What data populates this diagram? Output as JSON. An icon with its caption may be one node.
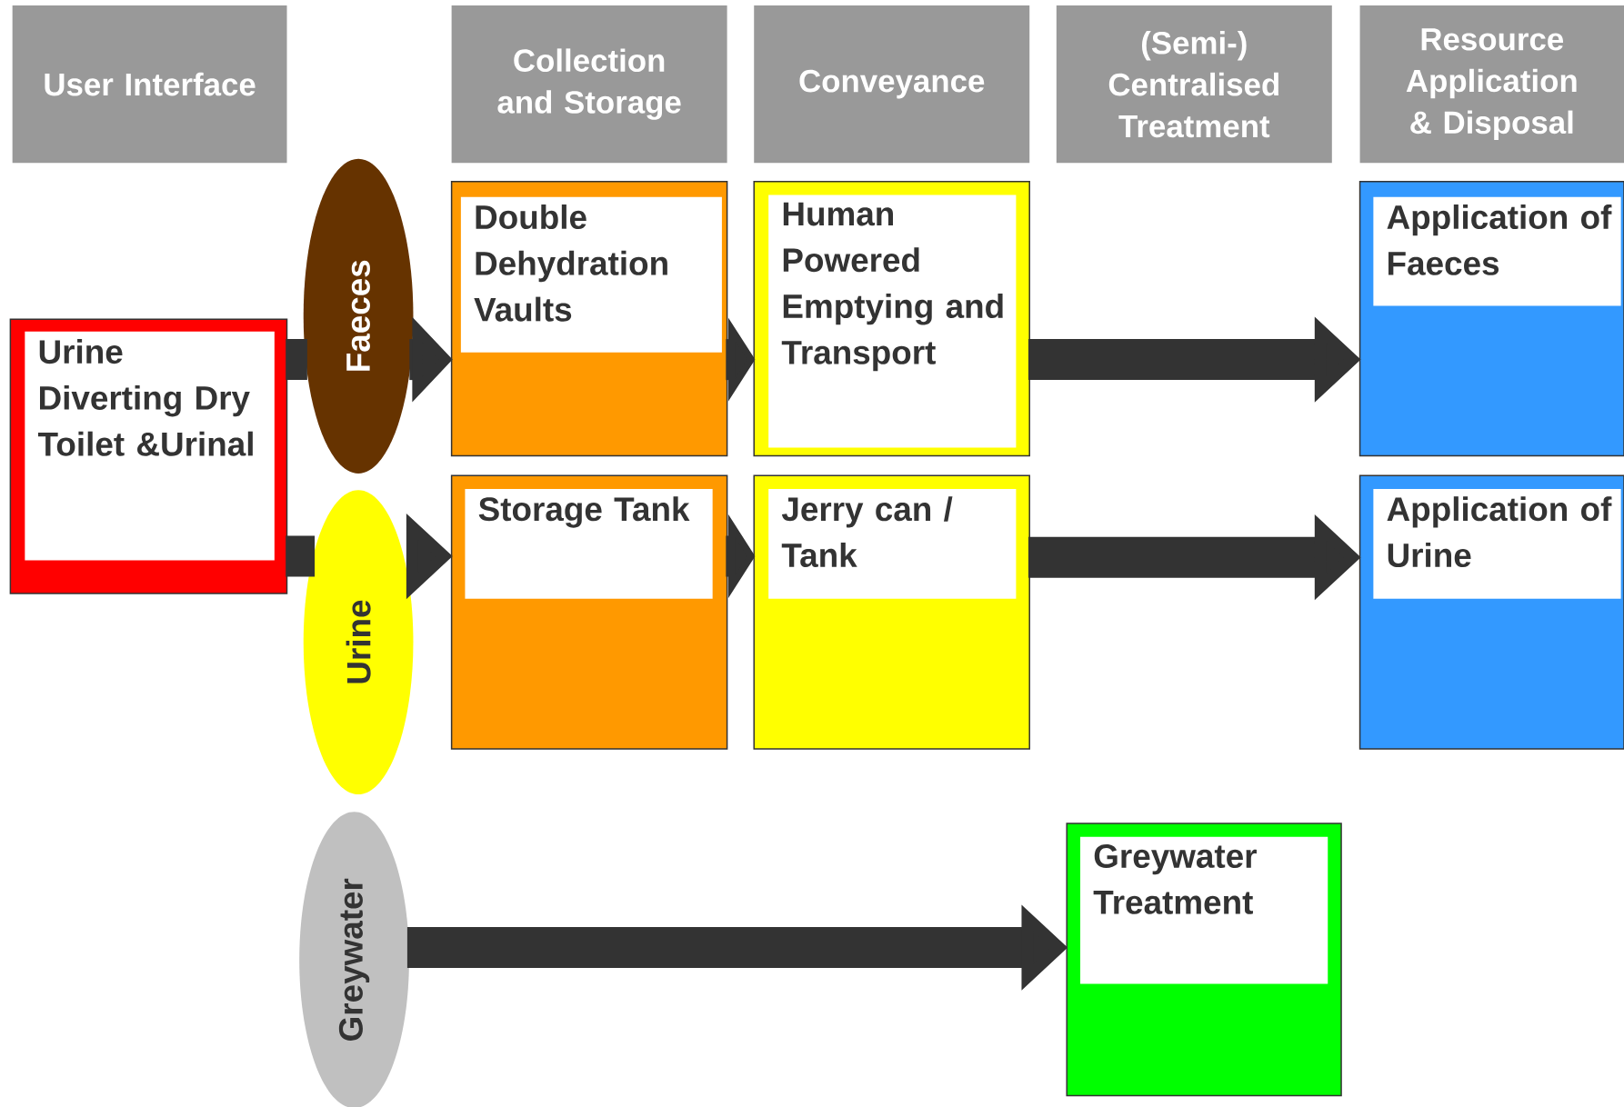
{
  "diagram": {
    "nodes": [
      {
        "text": [
          "User Interface"
        ]
      },
      {
        "text": [
          "Collection and Storage"
        ]
      },
      {
        "text": [
          "Conveyance"
        ]
      },
      {
        "text": [
          "(Semi-) Centralised Treatment"
        ]
      },
      {
        "text": [
          "Resource Application & Disposal"
        ]
      },
      {
        "text": [
          "Urine Diverting Dry Toilet &Urinal"
        ]
      },
      {
        "text": [
          "Faeces"
        ]
      },
      {
        "text": [
          "Urine"
        ]
      },
      {
        "text": [
          "Greywater"
        ]
      },
      {
        "text": [
          "Double Dehydration Vaults"
        ]
      },
      {
        "text": [
          "Storage Tank"
        ]
      },
      {
        "text": [
          "Human Powered Emptying and Transport"
        ]
      },
      {
        "text": [
          "Jerry can / Tank"
        ]
      },
      {
        "text": [
          "Application of Faeces"
        ]
      },
      {
        "text": [
          "Application of Urine"
        ]
      },
      {
        "text": [
          "Greywater Treatment"
        ]
      }
    ],
    "edges": [
      {
        "from": 5,
        "to": 6,
        "arrow": "none"
      },
      {
        "from": 6,
        "to": 9,
        "arrow": "to"
      },
      {
        "from": 5,
        "to": 7,
        "arrow": "none"
      },
      {
        "from": 7,
        "to": 10,
        "arrow": "to"
      },
      {
        "from": 9,
        "to": 11,
        "arrow": "to"
      },
      {
        "from": 10,
        "to": 12,
        "arrow": "to"
      },
      {
        "from": 11,
        "to": 13,
        "arrow": "to"
      },
      {
        "from": 12,
        "to": 14,
        "arrow": "to"
      },
      {
        "from": 8,
        "to": 15,
        "arrow": "to"
      }
    ]
  }
}
